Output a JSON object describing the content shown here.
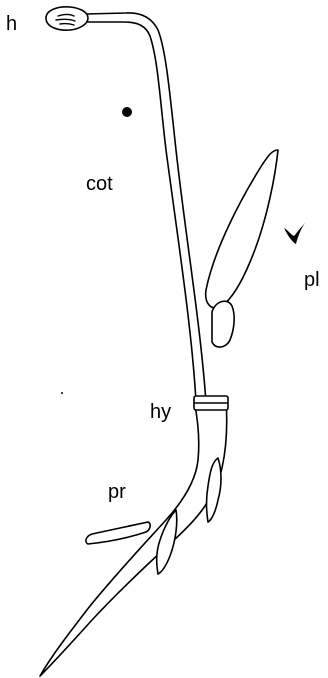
{
  "labels": {
    "h": "h",
    "cot": "cot",
    "pl": "pl",
    "hy": "hy",
    "pr": "pr"
  },
  "colors": {
    "ink": "#000000",
    "background": "#ffffff"
  }
}
